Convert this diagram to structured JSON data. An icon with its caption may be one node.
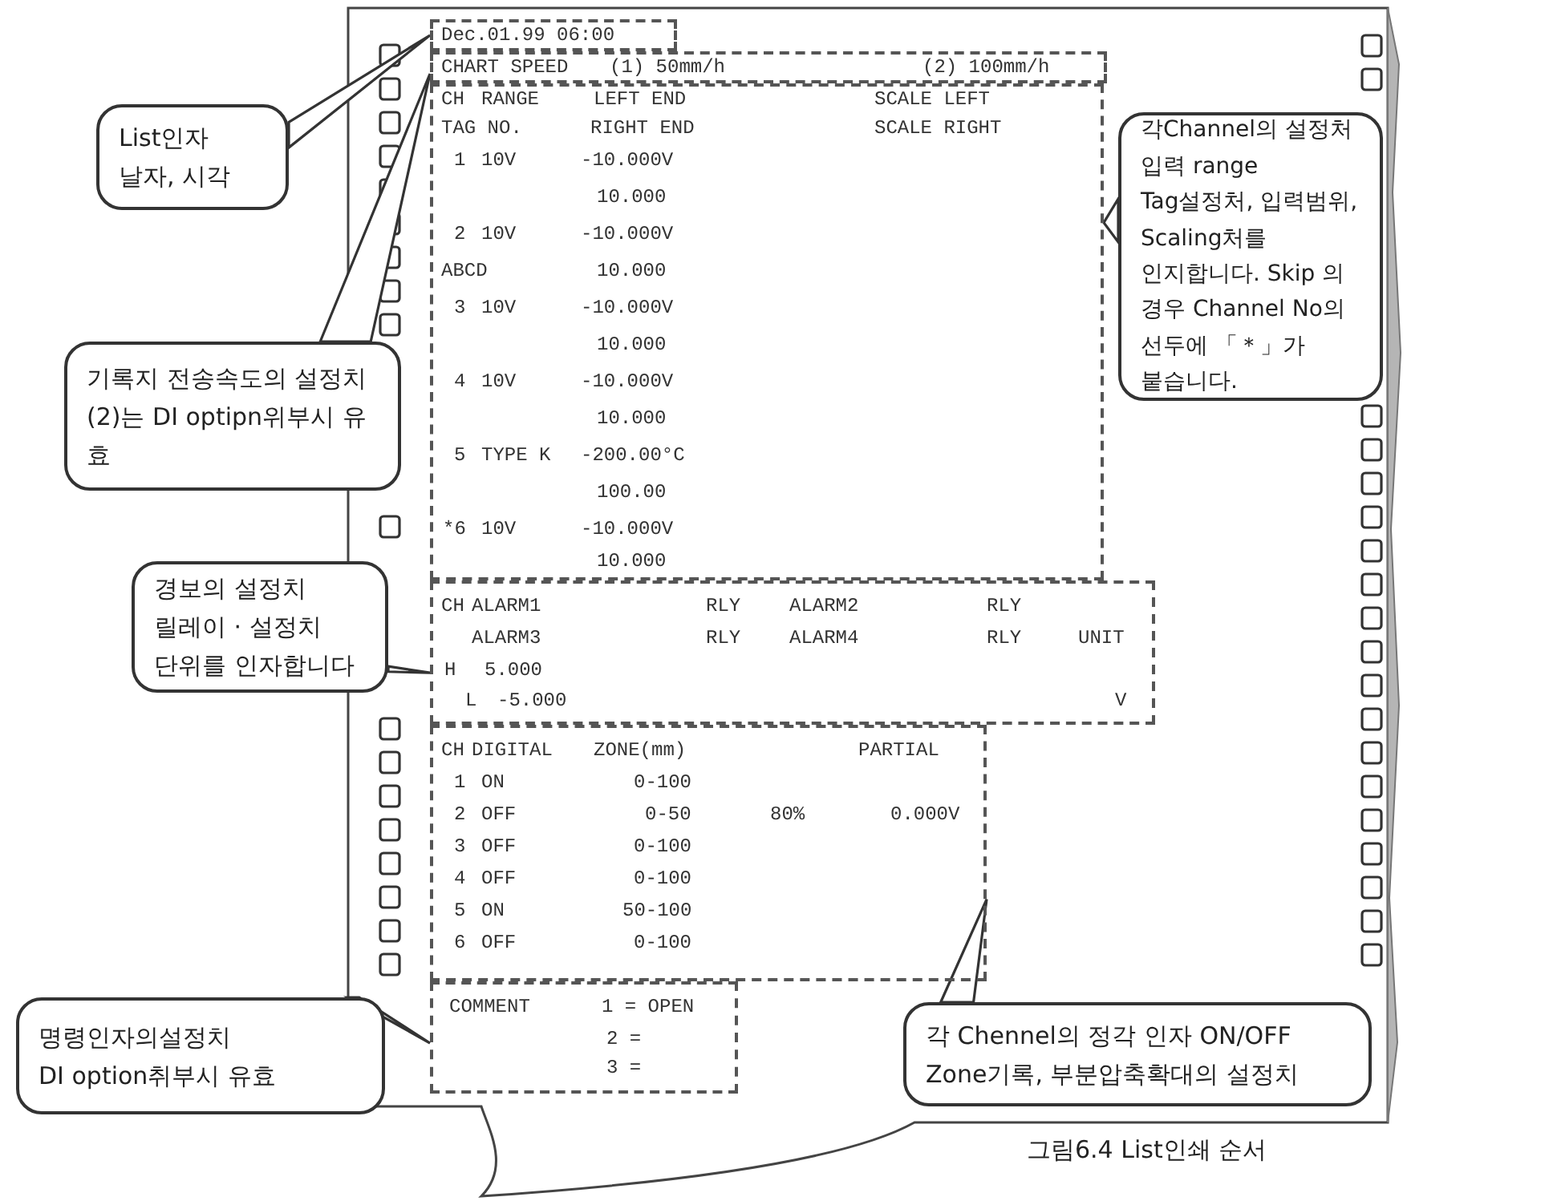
{
  "diagram": {
    "caption": "그림6.4 List인쇄 순서",
    "nodes": [
      {
        "text": [
          "Dec.01.99 06:00"
        ]
      },
      {
        "text": [
          "CHART SPEED",
          "(1) 50mm/h",
          "(2) 100mm/h"
        ]
      },
      {
        "text": [
          "CH",
          "RANGE",
          "LEFT END",
          "SCALE LEFT",
          "TAG NO.",
          "RIGHT END",
          "SCALE RIGHT",
          "1",
          "10V",
          "-10.000V",
          "10.000",
          "2",
          "10V",
          "-10.000V",
          "ABCD",
          "10.000",
          "3",
          "10V",
          "-10.000V",
          "10.000",
          "4",
          "10V",
          "-10.000V",
          "10.000",
          "5",
          "TYPE K",
          "-200.00°C",
          "100.00",
          "*6",
          "10V",
          "-10.000V",
          "10.000"
        ]
      },
      {
        "text": [
          "CH",
          "ALARM1",
          "RLY",
          "ALARM2",
          "RLY",
          "ALARM3",
          "RLY",
          "ALARM4",
          "RLY",
          "UNIT",
          "H",
          "5.000",
          "L",
          "-5.000",
          "V"
        ]
      },
      {
        "text": [
          "CH",
          "DIGITAL",
          "ZONE(mm)",
          "PARTIAL",
          "1",
          "ON",
          "0-100",
          "2",
          "OFF",
          "0-50",
          "80%",
          "0.000V",
          "3",
          "OFF",
          "0-100",
          "4",
          "OFF",
          "0-100",
          "5",
          "ON",
          "50-100",
          "6",
          "OFF",
          "0-100"
        ]
      },
      {
        "text": [
          "COMMENT",
          "1 = OPEN",
          "2 =",
          "3 ="
        ]
      },
      {
        "text": [
          "List인자 날자, 시각"
        ]
      },
      {
        "text": [
          "기록지 전송속도의 설정치(2)는 DI optipn위부시 유효"
        ]
      },
      {
        "text": [
          "경보의 설정치 릴레이 · 설정치 단위를 인자합니다"
        ]
      },
      {
        "text": [
          "명령인자의설정치",
          "DI option취부시 유효"
        ]
      },
      {
        "text": [
          "각Channel의 설정처 입력 range Tag설정처, 입력범위, Scaling처를 인지합니다. Skip 의 경우 Channel No의 선두에 「＊」가 붙습니다."
        ]
      },
      {
        "text": [
          "각 Chennel의 정각 인자 ON/OFF Zone기록, 부분압축확대의 설정치"
        ]
      }
    ],
    "edges": [
      {
        "from": 6,
        "to": 0,
        "arrow": "none"
      },
      {
        "from": 7,
        "to": 1,
        "arrow": "none"
      },
      {
        "from": 10,
        "to": 2,
        "arrow": "none"
      },
      {
        "from": 8,
        "to": 3,
        "arrow": "none"
      },
      {
        "from": 11,
        "to": 4,
        "arrow": "none"
      },
      {
        "from": 9,
        "to": 5,
        "arrow": "none"
      }
    ]
  }
}
